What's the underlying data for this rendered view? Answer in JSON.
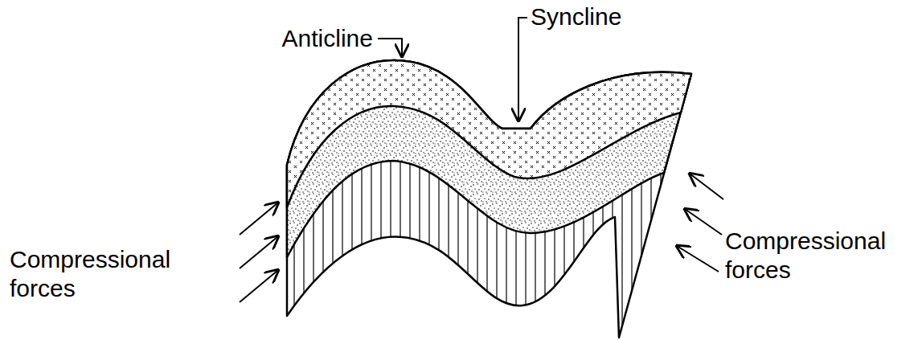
{
  "diagram": {
    "labels": [
      "Anticline",
      "Syncline",
      "Compressional forces",
      "Compressional forces"
    ]
  }
}
